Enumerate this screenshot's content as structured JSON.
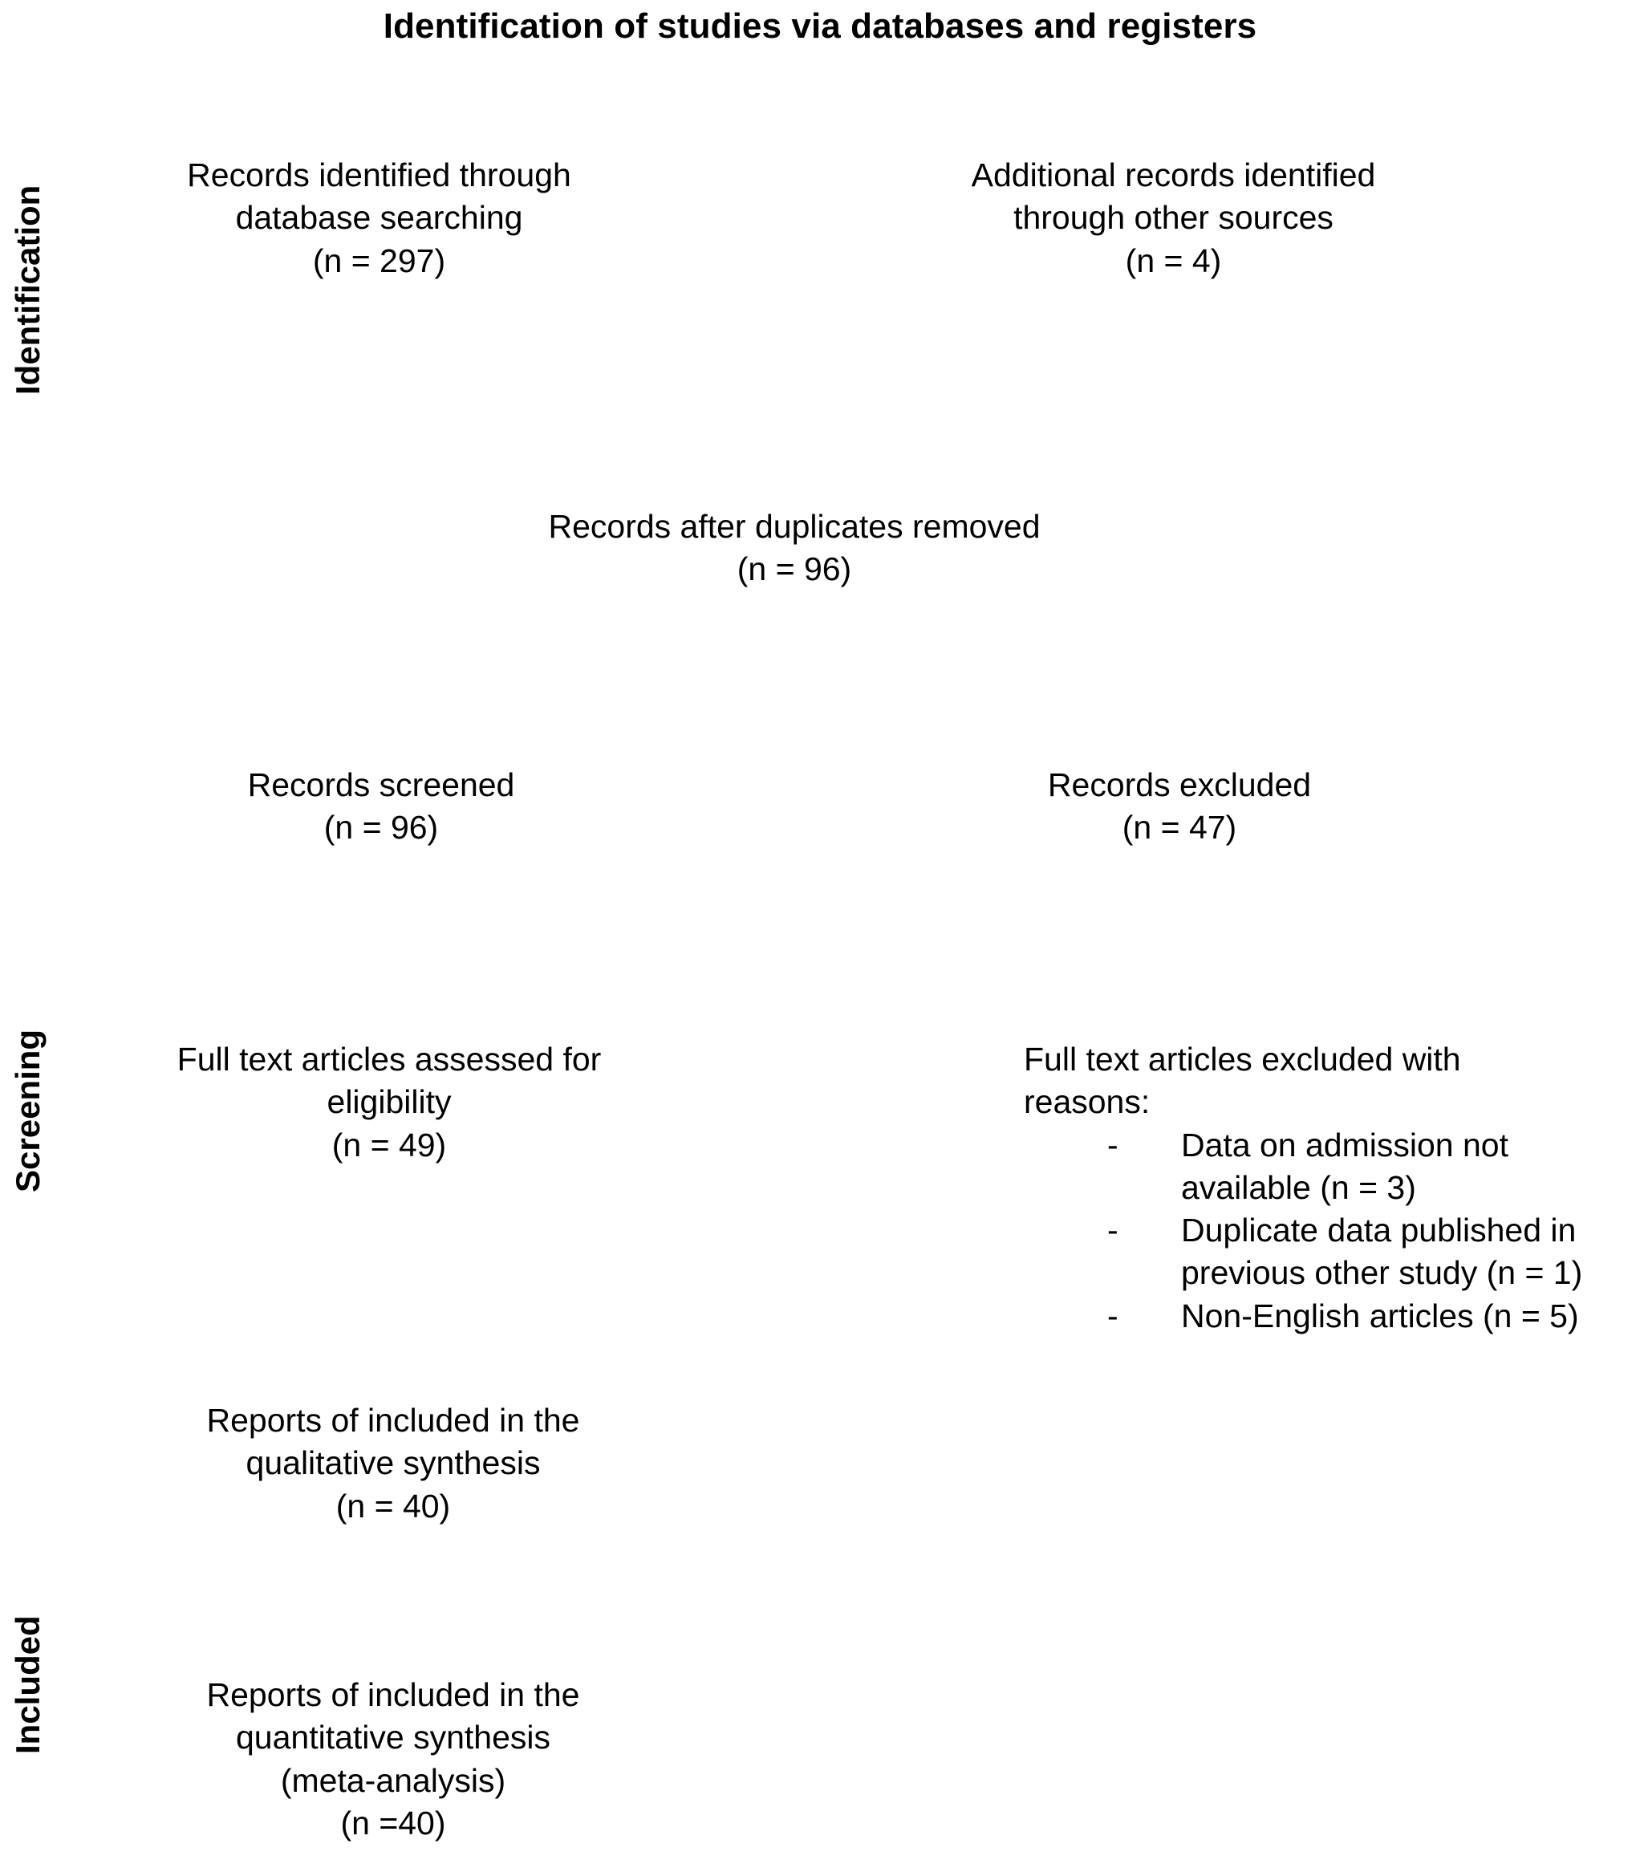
{
  "title": "Identification of studies via databases and registers",
  "stages": [
    {
      "id": "identification",
      "label": "Identification"
    },
    {
      "id": "screening",
      "label": "Screening"
    },
    {
      "id": "included",
      "label": "Included"
    }
  ],
  "nodes": {
    "records_identified_database": {
      "text": "Records identified through\ndatabase searching\n(n = 297)",
      "count_label": "(n = 297)",
      "count": 297
    },
    "additional_records_other": {
      "text": "Additional records identified\nthrough other sources\n(n = 4)",
      "count_label": "(n = 4)",
      "count": 4
    },
    "records_after_duplicates": {
      "text": "Records after duplicates removed\n(n = 96)",
      "count_label": "(n = 96)",
      "count": 96
    },
    "records_screened": {
      "text": "Records screened\n(n = 96)",
      "count_label": "(n = 96)",
      "count": 96
    },
    "records_excluded": {
      "text": "Records excluded\n(n = 47)",
      "count_label": "(n = 47)",
      "count": 47
    },
    "full_text_assessed": {
      "text": "Full text articles assessed for\neligibility\n(n = 49)",
      "count_label": "(n = 49)",
      "count": 49
    },
    "full_text_excluded_heading": {
      "text": "Full text articles excluded with\nreasons:"
    },
    "reports_qualitative": {
      "text": "Reports of included in the\nqualitative synthesis\n(n = 40)",
      "count_label": "(n = 40)",
      "count": 40
    },
    "reports_quantitative": {
      "text": "Reports of included in the\nquantitative synthesis\n(meta-analysis)\n(n =40)",
      "count_label": "(n =40)",
      "count": 40
    }
  },
  "exclusion_reasons": {
    "bullet_glyph": "-",
    "items": [
      {
        "text": "Data on admission not available (n = 3)",
        "count": 3
      },
      {
        "text": "Duplicate data published in previous other study (n = 1)",
        "count": 1
      },
      {
        "text": "Non-English articles (n = 5)",
        "count": 5
      }
    ]
  },
  "colors": {
    "background": "#ffffff",
    "text": "#000000"
  }
}
